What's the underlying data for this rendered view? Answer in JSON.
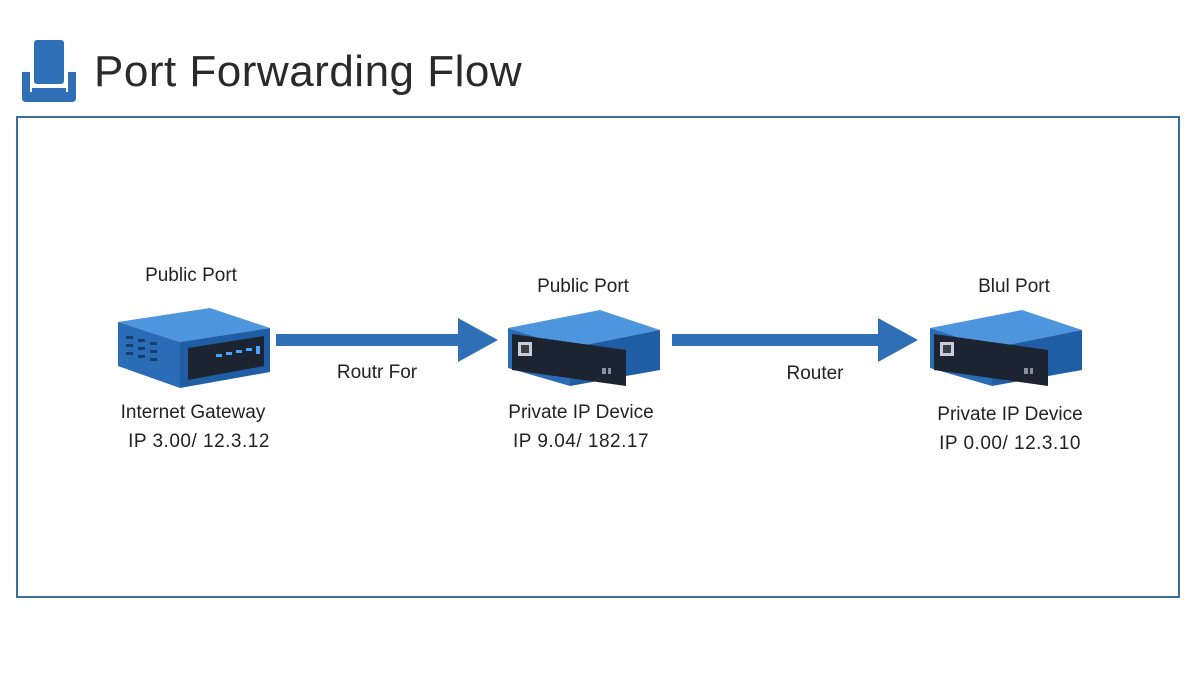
{
  "header": {
    "title": "Port Forwarding Flow",
    "logo_icon": "network-device-icon"
  },
  "colors": {
    "accent": "#2f6fb5",
    "device_top": "#4a90d9",
    "device_front": "#1f5fa3",
    "panel": "#1d2530",
    "frame": "#3d6f9e"
  },
  "diagram": {
    "nodes": [
      {
        "port_label": "Public Port",
        "name": "Internet Gateway",
        "ip": "IP 3.00/ 12.3.12",
        "icon": "gateway-router-icon"
      },
      {
        "port_label": "Public Port",
        "name": "Private IP Device",
        "ip": "IP 9.04/ 182.17",
        "icon": "switch-device-icon"
      },
      {
        "port_label": "Blul Port",
        "name": "Private IP Device",
        "ip": "IP 0.00/ 12.3.10",
        "icon": "switch-device-icon"
      }
    ],
    "links": [
      {
        "label": "Routr For",
        "icon": "arrow-right-icon"
      },
      {
        "label": "Router",
        "icon": "arrow-right-icon"
      }
    ]
  }
}
